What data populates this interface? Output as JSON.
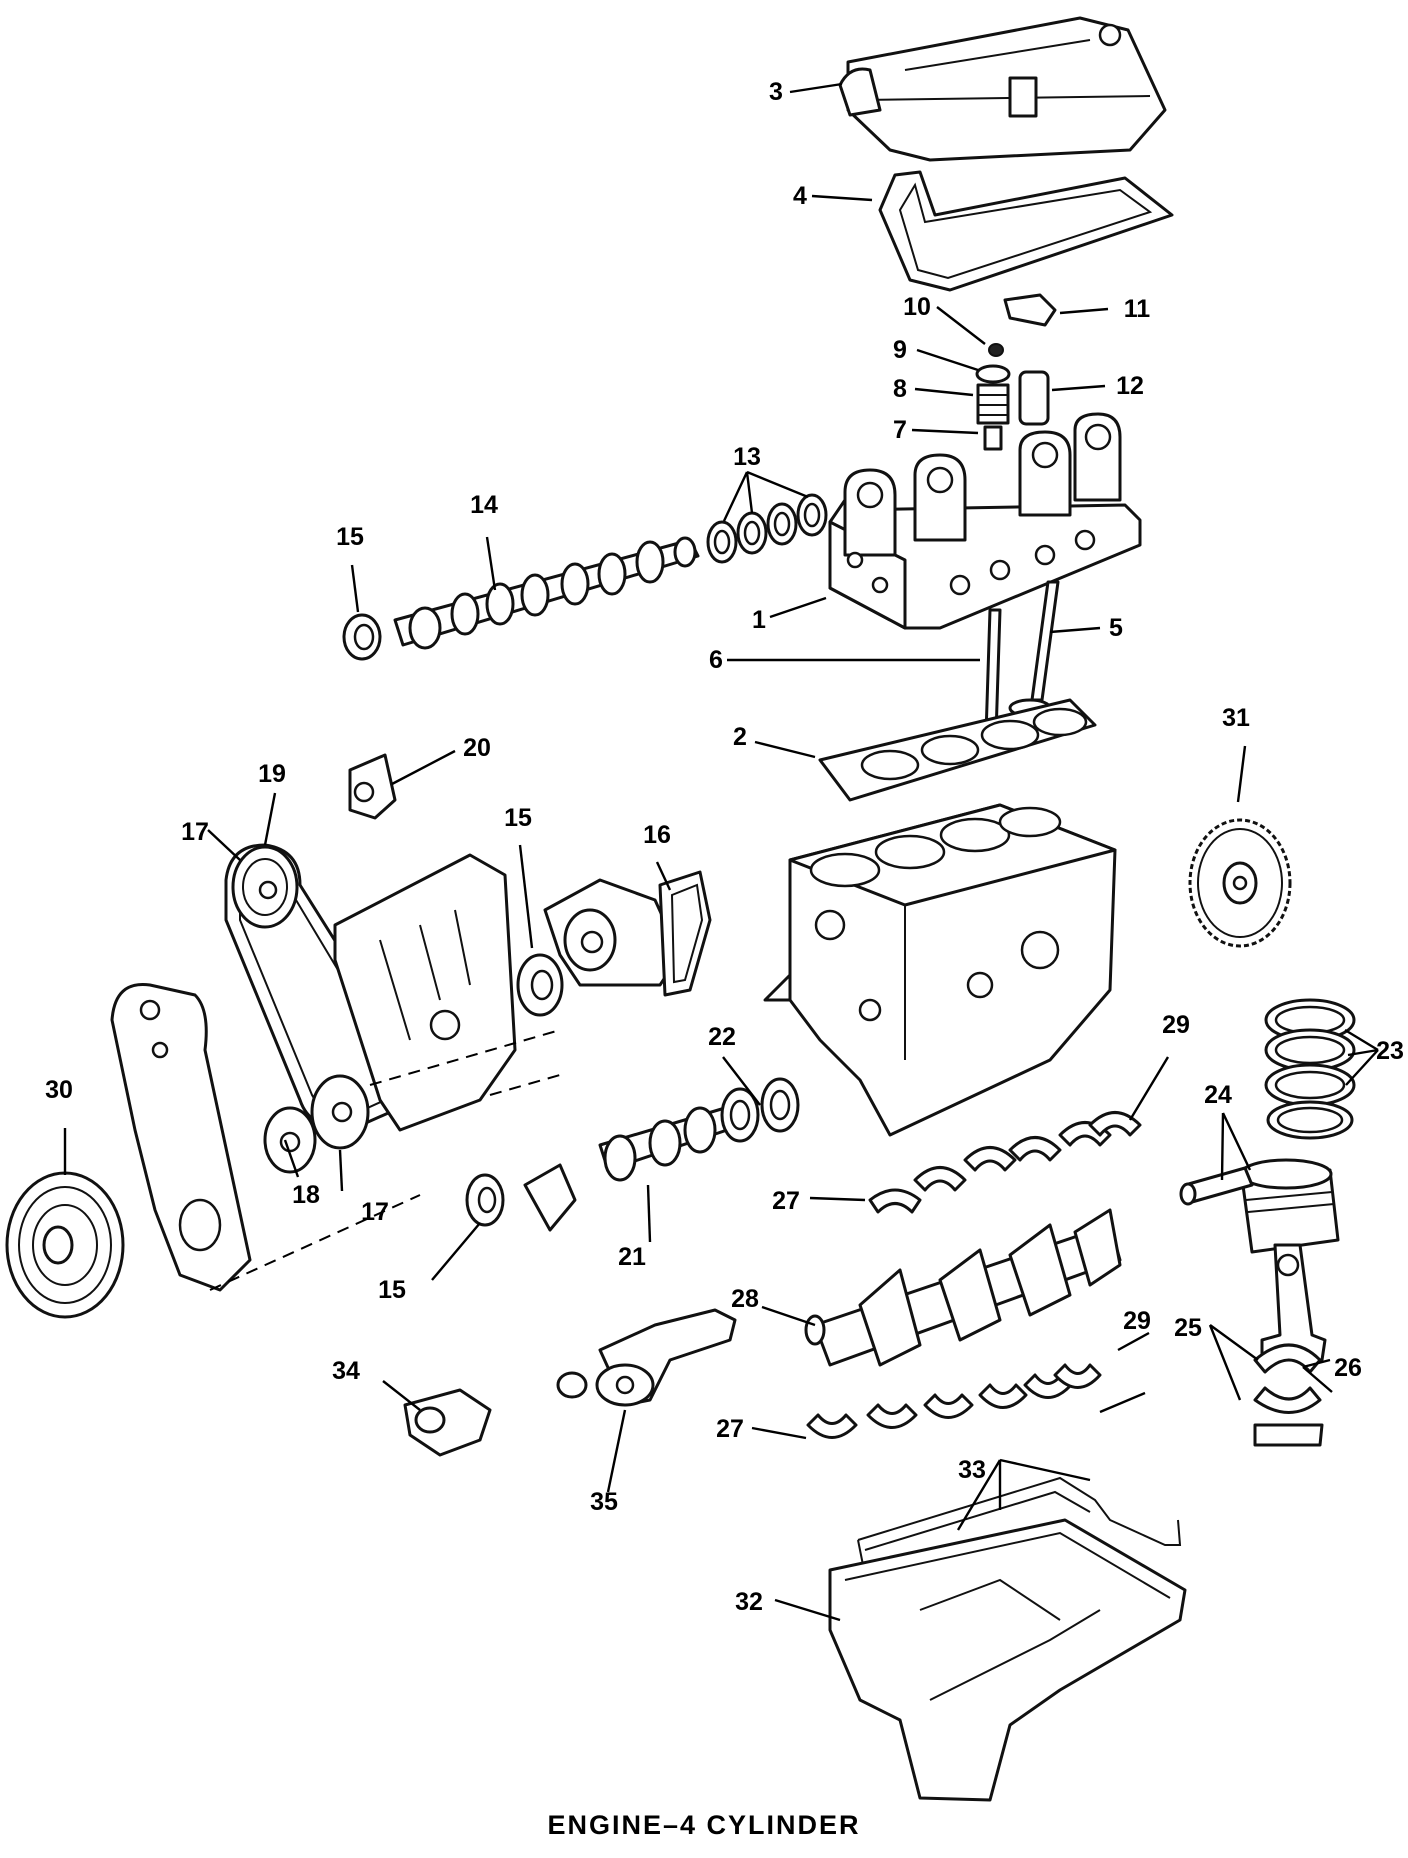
{
  "caption": "ENGINE–4 CYLINDER",
  "callouts": [
    "1",
    "2",
    "3",
    "4",
    "5",
    "6",
    "7",
    "8",
    "9",
    "10",
    "11",
    "12",
    "13",
    "14",
    "15",
    "15",
    "15",
    "16",
    "17",
    "17",
    "18",
    "19",
    "20",
    "21",
    "22",
    "23",
    "24",
    "25",
    "26",
    "27",
    "27",
    "28",
    "29",
    "29",
    "30",
    "31",
    "32",
    "33",
    "34",
    "35"
  ]
}
